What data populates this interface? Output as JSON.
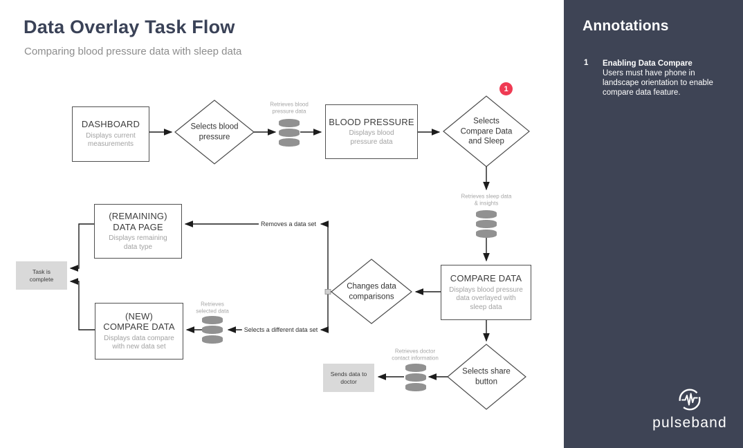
{
  "header": {
    "title": "Data Overlay Task Flow",
    "subtitle": "Comparing blood pressure data with sleep data"
  },
  "flow": {
    "nodes": {
      "dashboard": {
        "title": "DASHBOARD",
        "desc": "Displays current\nmeasurements"
      },
      "blood_pressure": {
        "title": "BLOOD PRESSURE",
        "desc": "Displays blood\npressure data"
      },
      "compare_data": {
        "title": "COMPARE DATA",
        "desc": "Displays blood pressure\ndata overlayed with\nsleep data"
      },
      "remaining_data_page": {
        "title": "(REMAINING)\nDATA PAGE",
        "desc": "Displays remaining\ndata type"
      },
      "new_compare_data": {
        "title": "(NEW)\nCOMPARE DATA",
        "desc": "Displays data compare\nwith new data set"
      }
    },
    "decisions": {
      "selects_blood_pressure": "Selects blood\npressure",
      "selects_compare": "Selects\nCompare Data\nand Sleep",
      "changes_comparisons": "Changes data\ncomparisons",
      "selects_share": "Selects share\nbutton"
    },
    "datastores": {
      "blood_pressure": "Retrieves blood\npressure data",
      "sleep": "Retrieves sleep data\n& insights",
      "selected": "Retrieves\nselected data",
      "doctor": "Retrieves doctor\ncontact information"
    },
    "terminals": {
      "task_complete": "Task is\ncomplete",
      "sends_to_doctor": "Sends data to\ndoctor"
    },
    "edge_labels": {
      "removes": "Removes a data set",
      "selects_different": "Selects a different data set"
    },
    "badge": "1"
  },
  "sidebar": {
    "title": "Annotations",
    "annotations": [
      {
        "number": "1",
        "title": "Enabling Data Compare",
        "body": "Users must have phone in\nlandscape orientation to enable\ncompare data feature."
      }
    ],
    "brand": "pulseband"
  },
  "colors": {
    "sidebar_bg": "#3e4455",
    "badge_red": "#ef3a53",
    "heading": "#3a4257",
    "line": "#1c1c1c",
    "datastore_gray": "#919191",
    "terminal_gray": "#d9d9d9"
  }
}
